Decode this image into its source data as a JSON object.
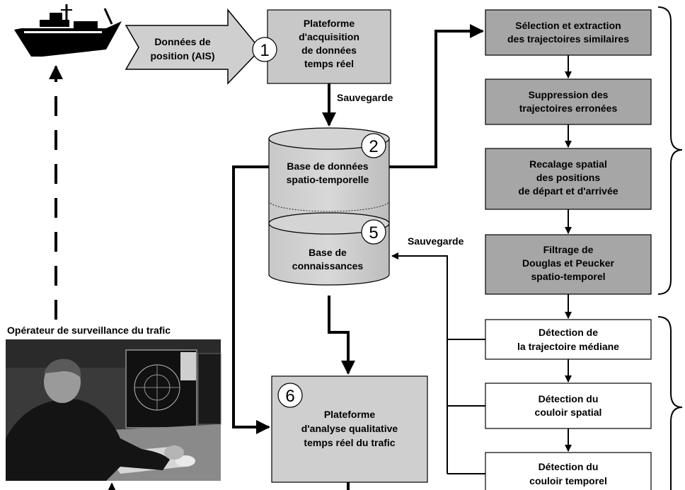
{
  "ais_arrow": {
    "lines": [
      "Données de",
      "position (AIS)"
    ]
  },
  "acquisition": {
    "number": "1",
    "lines": [
      "Plateforme",
      "d'acquisition",
      "de données",
      "temps réel"
    ]
  },
  "sauvegarde_1": "Sauvegarde",
  "sauvegarde_2": "Sauvegarde",
  "spatio_db": {
    "number": "2",
    "lines": [
      "Base de données",
      "spatio-temporelle"
    ]
  },
  "knowledge_db": {
    "number": "5",
    "lines": [
      "Base de",
      "connaissances"
    ]
  },
  "analysis": {
    "number": "6",
    "lines": [
      "Plateforme",
      "d'analyse qualitative",
      "temps réel du trafic"
    ]
  },
  "operator_label": "Opérateur de surveillance du trafic",
  "pipeline_steps": [
    {
      "lines": [
        "Sélection et extraction",
        "des trajectoires similaires"
      ]
    },
    {
      "lines": [
        "Suppression des",
        "trajectoires erronées"
      ]
    },
    {
      "lines": [
        "Recalage spatial",
        "des positions",
        "de départ et d'arrivée"
      ]
    },
    {
      "lines": [
        "Filtrage de",
        "Douglas et Peucker",
        "spatio-temporel"
      ]
    }
  ],
  "detection_steps": [
    {
      "lines": [
        "Détection de",
        "la trajectoire médiane"
      ]
    },
    {
      "lines": [
        "Détection du",
        "couloir spatial"
      ]
    },
    {
      "lines": [
        "Détection du",
        "couloir temporel"
      ]
    }
  ],
  "colors": {
    "dark_box": "#a6a6a6",
    "light_box": "#d4d4d4",
    "white_box": "#ffffff",
    "line": "#000000"
  }
}
